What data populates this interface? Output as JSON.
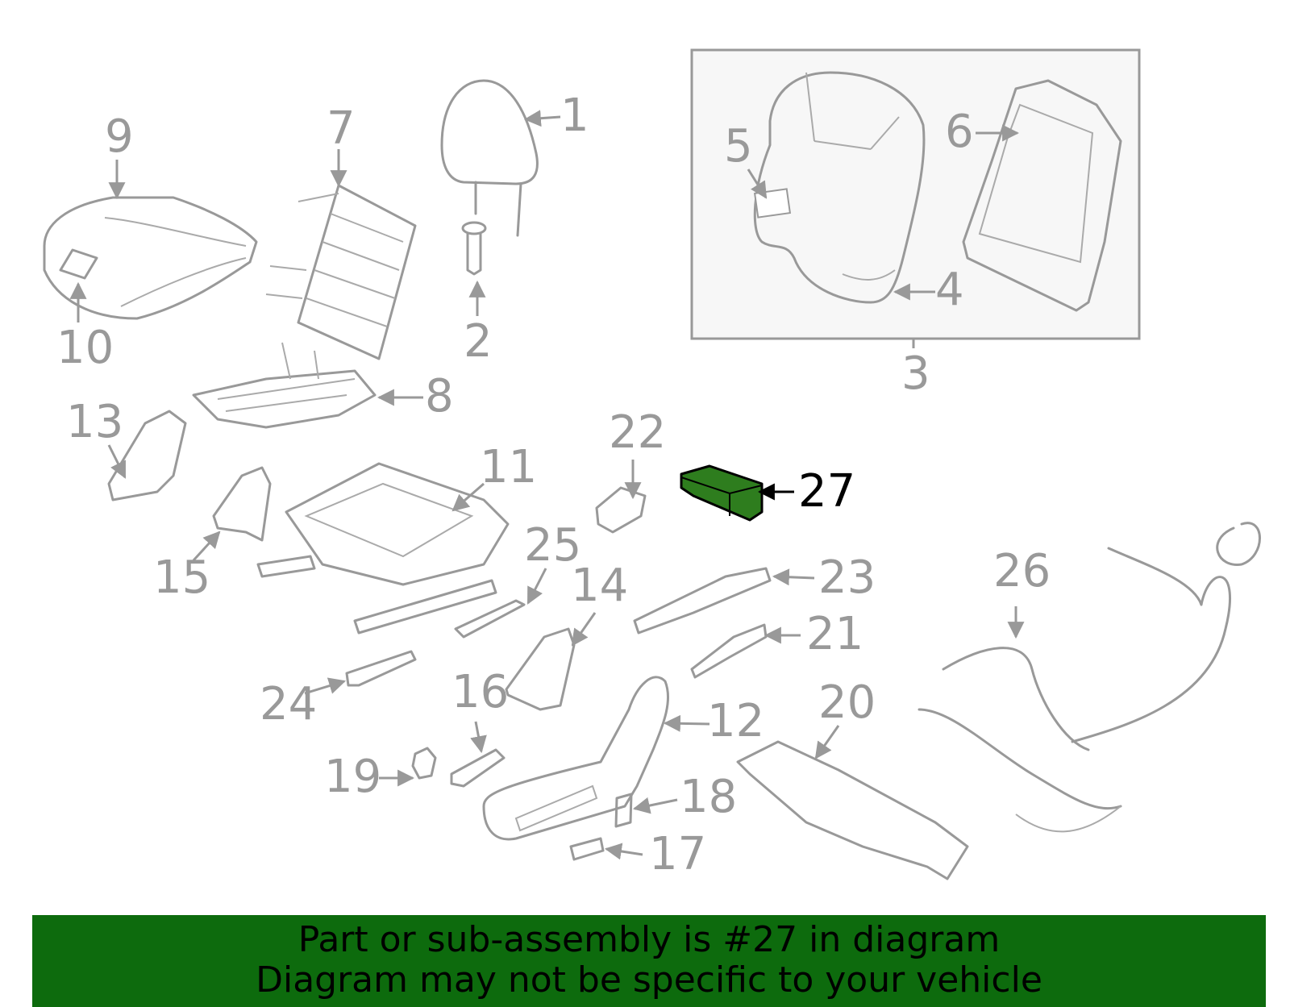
{
  "colors": {
    "line_gray": "#999999",
    "highlight_green": "#0d6b0d",
    "box_fill": "#f7f7f7"
  },
  "callouts": [
    "1",
    "2",
    "3",
    "4",
    "5",
    "6",
    "7",
    "8",
    "9",
    "10",
    "11",
    "12",
    "13",
    "14",
    "15",
    "16",
    "17",
    "18",
    "19",
    "20",
    "21",
    "22",
    "23",
    "24",
    "25",
    "26",
    "27"
  ],
  "highlighted_callout": "27",
  "banner": {
    "line1": "Part or sub-assembly is #27 in diagram",
    "line2": "Diagram may not be specific to your vehicle"
  }
}
